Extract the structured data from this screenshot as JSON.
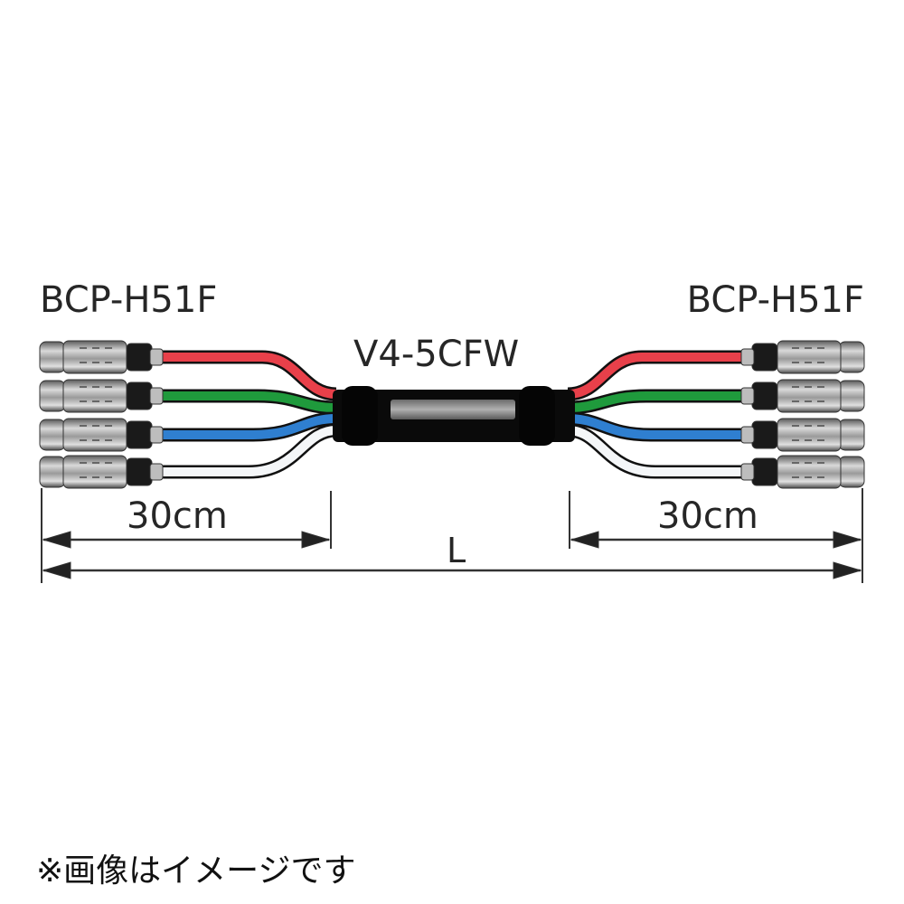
{
  "diagram": {
    "connector_left_label": "BCP-H51F",
    "connector_right_label": "BCP-H51F",
    "cable_label": "V4-5CFW",
    "breakout_left_length": "30cm",
    "breakout_right_length": "30cm",
    "total_length_label": "L",
    "connectors_per_end": 4,
    "wire_colors": [
      {
        "name": "red",
        "color": "#e8404a"
      },
      {
        "name": "green",
        "color": "#1f9a3c"
      },
      {
        "name": "blue",
        "color": "#2f7fd0"
      },
      {
        "name": "white",
        "color": "#f4f6f8"
      }
    ],
    "main_cable_color": "#0a0a0a"
  },
  "note": "※画像はイメージです"
}
